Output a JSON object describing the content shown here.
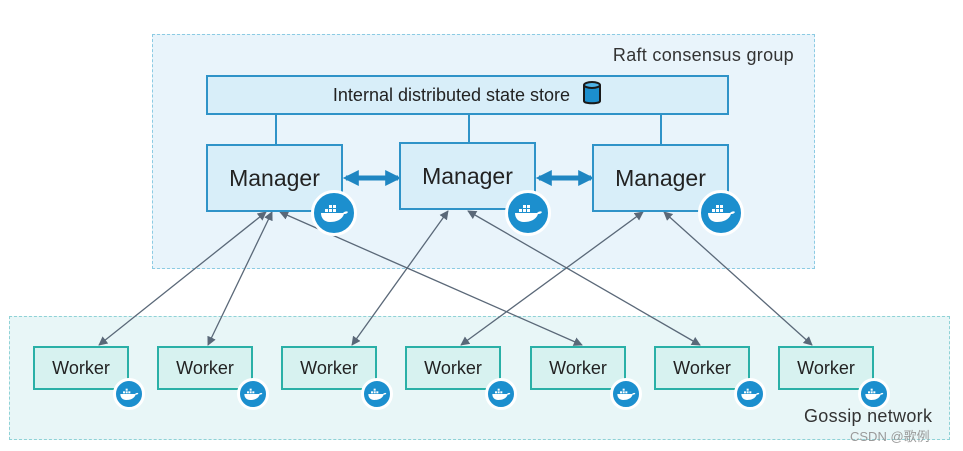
{
  "raft_group": {
    "label": "Raft consensus group",
    "store": {
      "label": "Internal distributed state store",
      "icon": "database-icon"
    },
    "managers": [
      {
        "label": "Manager",
        "icon": "docker-whale-icon"
      },
      {
        "label": "Manager",
        "icon": "docker-whale-icon"
      },
      {
        "label": "Manager",
        "icon": "docker-whale-icon"
      }
    ],
    "manager_links": [
      {
        "from": 0,
        "to": 1,
        "style": "bidirectional"
      },
      {
        "from": 1,
        "to": 2,
        "style": "bidirectional"
      }
    ]
  },
  "gossip_group": {
    "label": "Gossip network",
    "workers": [
      {
        "label": "Worker",
        "icon": "docker-whale-icon"
      },
      {
        "label": "Worker",
        "icon": "docker-whale-icon"
      },
      {
        "label": "Worker",
        "icon": "docker-whale-icon"
      },
      {
        "label": "Worker",
        "icon": "docker-whale-icon"
      },
      {
        "label": "Worker",
        "icon": "docker-whale-icon"
      },
      {
        "label": "Worker",
        "icon": "docker-whale-icon"
      },
      {
        "label": "Worker",
        "icon": "docker-whale-icon"
      }
    ]
  },
  "worker_manager_links": [
    {
      "manager": 0,
      "worker": 0
    },
    {
      "manager": 0,
      "worker": 1
    },
    {
      "manager": 0,
      "worker": 4
    },
    {
      "manager": 1,
      "worker": 2
    },
    {
      "manager": 1,
      "worker": 5
    },
    {
      "manager": 2,
      "worker": 3
    },
    {
      "manager": 2,
      "worker": 6
    }
  ],
  "watermark": "CSDN @歌例",
  "colors": {
    "raft_bg": "#e9f4fb",
    "gossip_bg": "#e8f6f7",
    "manager_border": "#2f93c8",
    "worker_border": "#2ab0a7",
    "whale": "#1c8fce",
    "link": "#5a6878"
  }
}
